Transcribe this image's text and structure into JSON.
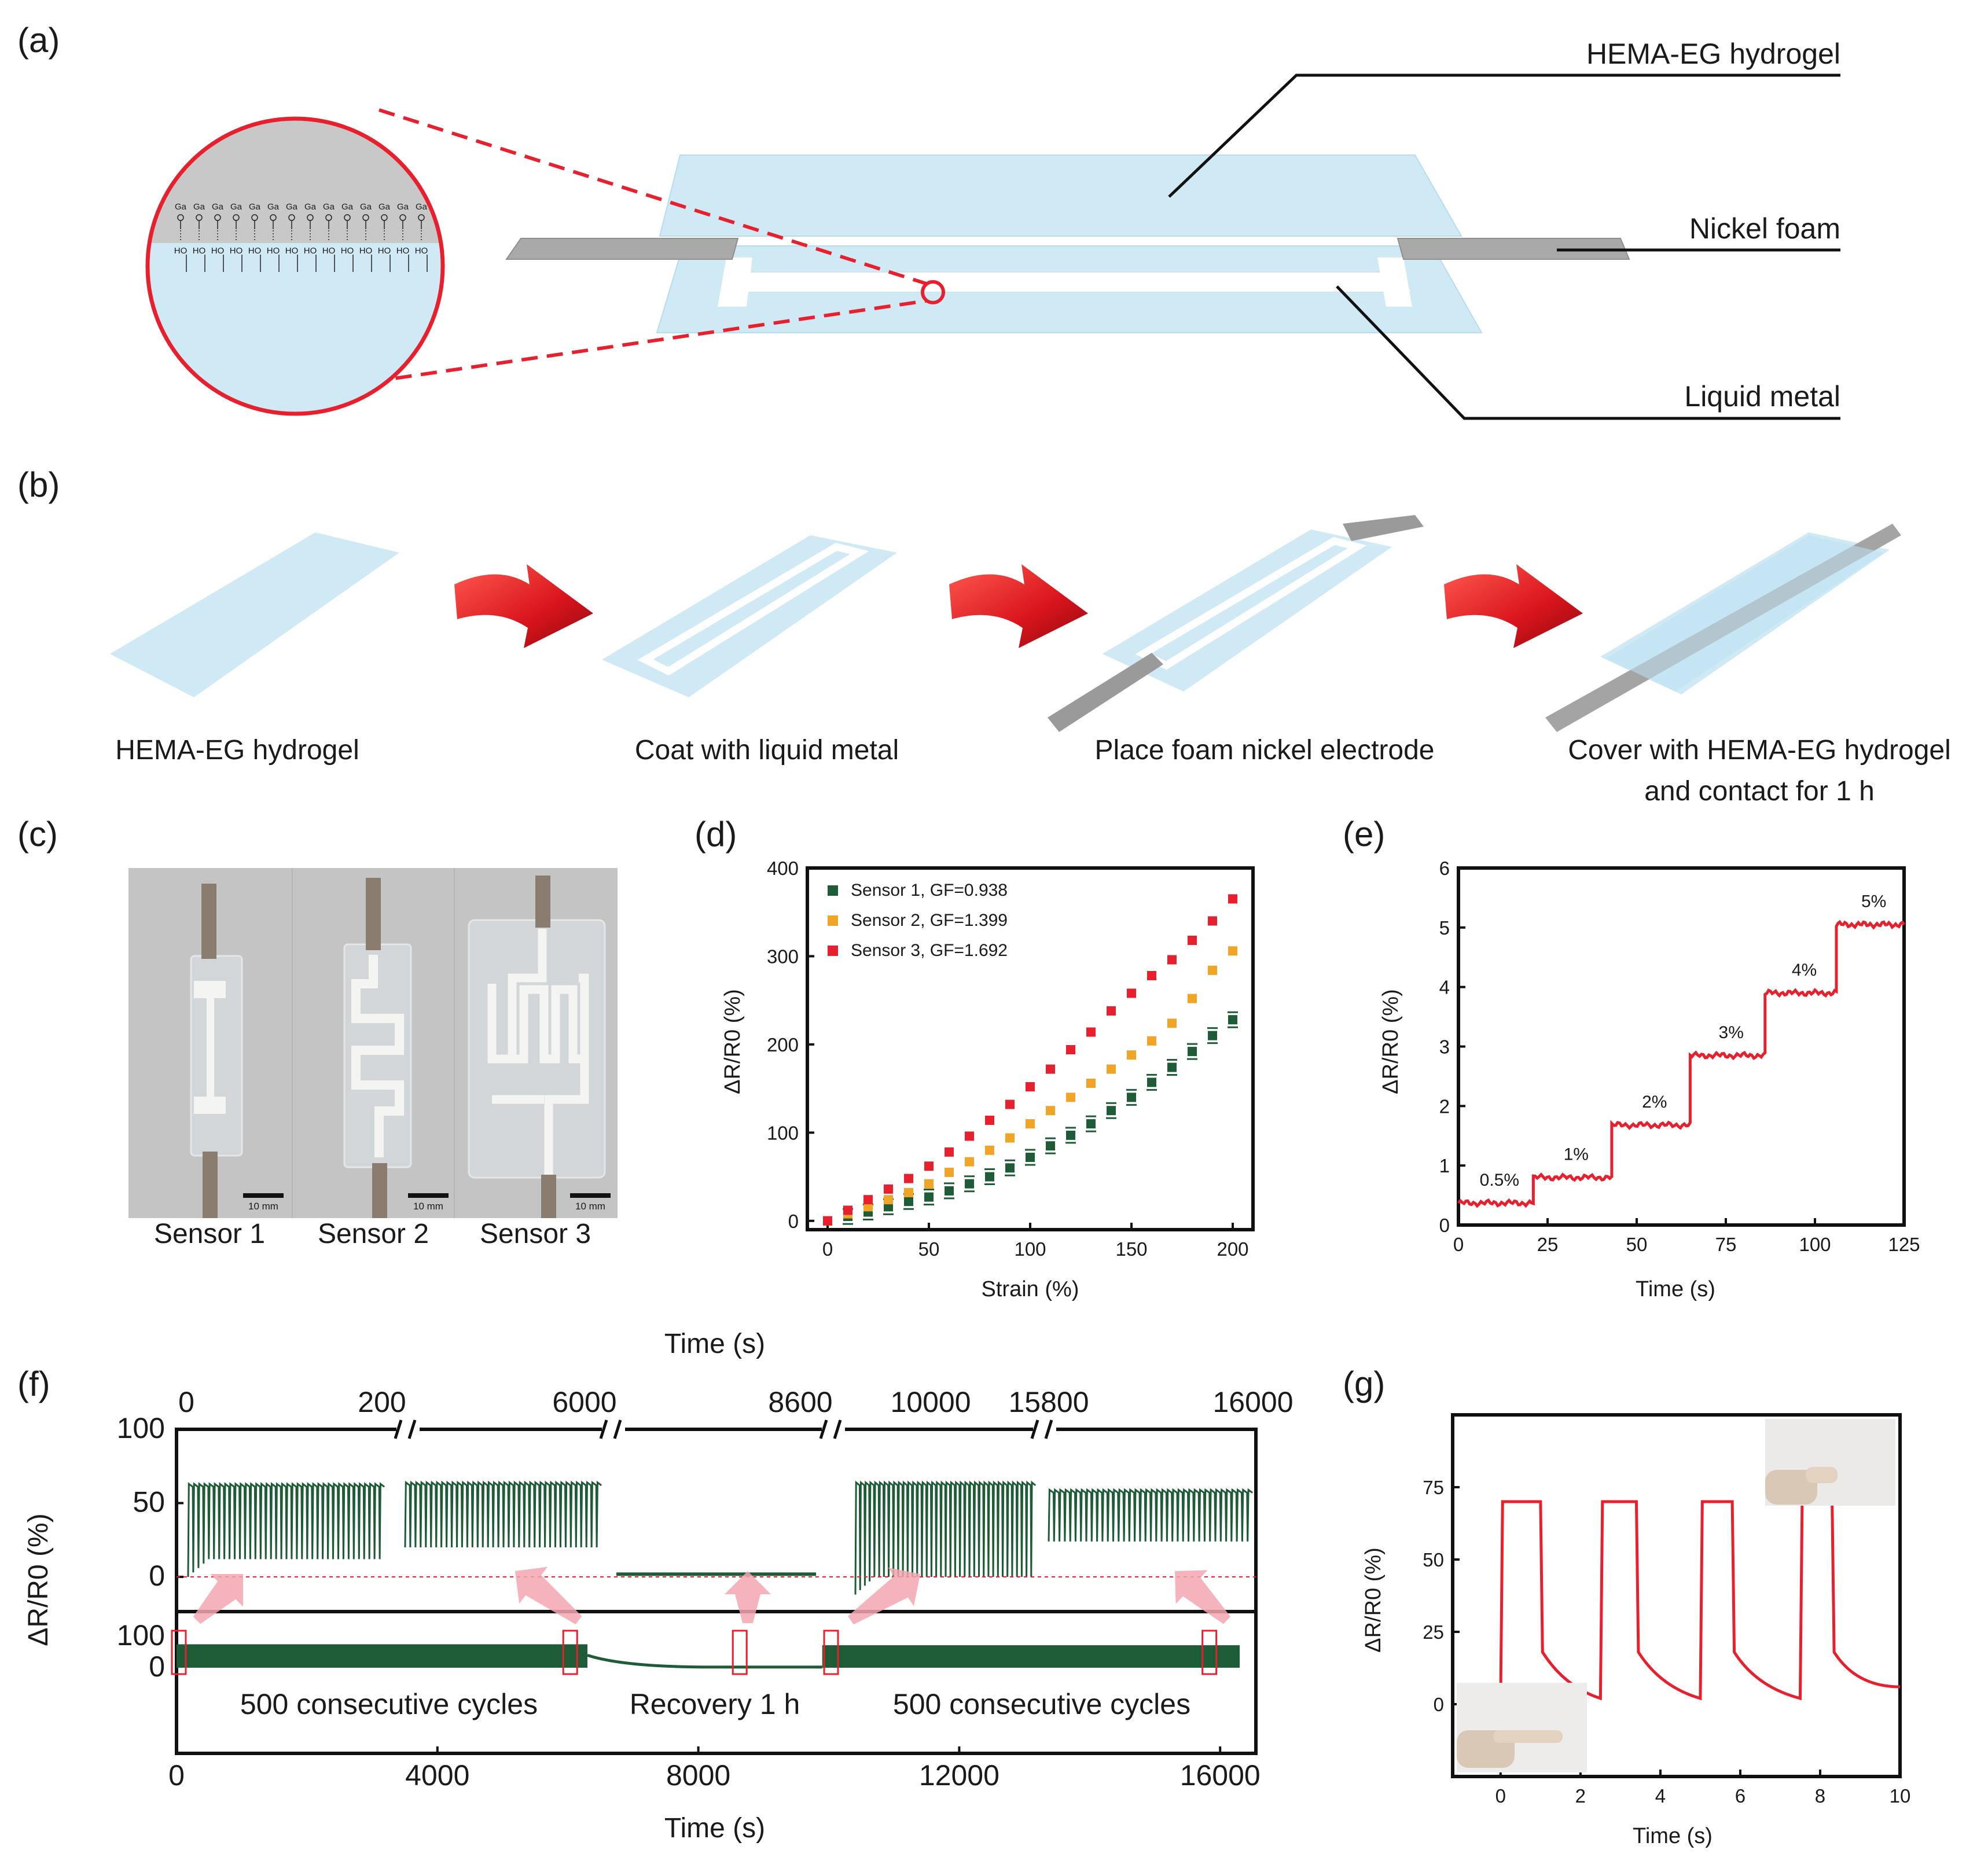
{
  "panels": {
    "a": "(a)",
    "b": "(b)",
    "c": "(c)",
    "d": "(d)",
    "e": "(e)",
    "f": "(f)",
    "g": "(g)"
  },
  "panel_a": {
    "callouts": [
      "HEMA-EG hydrogel",
      "Nickel foam",
      "Liquid metal"
    ],
    "molecule_top": "Ga",
    "molecule_bottom": "HO"
  },
  "panel_b": {
    "steps": [
      {
        "line1": "HEMA-EG hydrogel",
        "line2": ""
      },
      {
        "line1": "Coat with liquid metal",
        "line2": ""
      },
      {
        "line1": "Place foam nickel electrode",
        "line2": ""
      },
      {
        "line1": "Cover with HEMA-EG hydrogel",
        "line2": "and contact for 1 h"
      }
    ]
  },
  "panel_c": {
    "sensor_labels": [
      "Sensor 1",
      "Sensor 2",
      "Sensor 3"
    ],
    "scale_bar": "10 mm"
  },
  "colors": {
    "sensor1": "#1d5c36",
    "sensor2": "#f0a526",
    "sensor3": "#e8202e",
    "curve_red": "#e8202e",
    "curve_green": "#1d5c36",
    "hydrogel": "#cfe9f5",
    "nickel": "#a9a9a9",
    "arrow_red": "#d9141c",
    "pink_arrow": "#f3a6b1"
  },
  "chart_data": [
    {
      "panel": "d",
      "type": "scatter",
      "xlabel": "Strain (%)",
      "ylabel": "ΔR/R0 (%)",
      "xlim": [
        -10,
        210
      ],
      "ylim": [
        -10,
        400
      ],
      "xticks": [
        0,
        50,
        100,
        150,
        200
      ],
      "yticks": [
        0,
        100,
        200,
        300,
        400
      ],
      "legend_position": "top-left",
      "x": [
        0,
        10,
        20,
        30,
        40,
        50,
        60,
        70,
        80,
        90,
        100,
        110,
        120,
        130,
        140,
        150,
        160,
        170,
        180,
        190,
        200
      ],
      "series": [
        {
          "name": "Sensor 1, GF=0.938",
          "values": [
            0,
            5,
            10,
            16,
            22,
            27,
            34,
            42,
            50,
            60,
            72,
            85,
            97,
            110,
            125,
            140,
            157,
            174,
            192,
            210,
            228
          ]
        },
        {
          "name": "Sensor 2, GF=1.399",
          "values": [
            0,
            8,
            16,
            24,
            32,
            42,
            55,
            67,
            80,
            94,
            110,
            125,
            140,
            156,
            172,
            188,
            204,
            224,
            252,
            284,
            306
          ]
        },
        {
          "name": "Sensor 3, GF=1.692",
          "values": [
            0,
            12,
            24,
            36,
            48,
            62,
            78,
            96,
            114,
            132,
            152,
            172,
            194,
            214,
            238,
            258,
            278,
            296,
            318,
            340,
            365
          ]
        }
      ]
    },
    {
      "panel": "e",
      "type": "line",
      "xlabel": "Time (s)",
      "ylabel": "ΔR/R0 (%)",
      "xlim": [
        0,
        125
      ],
      "ylim": [
        0,
        6
      ],
      "xticks": [
        0,
        25,
        50,
        75,
        100,
        125
      ],
      "yticks": [
        0,
        1,
        2,
        3,
        4,
        5,
        6
      ],
      "steps": [
        {
          "label": "0.5%",
          "t_start": 0,
          "t_end": 21,
          "level": 0.37
        },
        {
          "label": "1%",
          "t_start": 21,
          "t_end": 43,
          "level": 0.8
        },
        {
          "label": "2%",
          "t_start": 43,
          "t_end": 65,
          "level": 1.68
        },
        {
          "label": "3%",
          "t_start": 65,
          "t_end": 86,
          "level": 2.85
        },
        {
          "label": "4%",
          "t_start": 86,
          "t_end": 106,
          "level": 3.9
        },
        {
          "label": "5%",
          "t_start": 106,
          "t_end": 125,
          "level": 5.05
        }
      ]
    },
    {
      "panel": "f",
      "type": "line",
      "top_axis_title": "Time (s)",
      "top_ticks": [
        "0",
        "200",
        "6000",
        "8600",
        "10000",
        "15800",
        "16000"
      ],
      "xlabel": "Time (s)",
      "ylabel": "ΔR/R0 (%)",
      "upper_yticks": [
        0,
        50,
        100
      ],
      "lower_yticks": [
        0,
        100
      ],
      "xlim": [
        0,
        16300
      ],
      "xticks": [
        0,
        4000,
        8000,
        12000,
        16000
      ],
      "segments": [
        {
          "t_start": 0,
          "t_end": 6300,
          "label": "500 consecutive cycles",
          "baseline": 45
        },
        {
          "t_start": 6300,
          "t_end": 9900,
          "label": "Recovery 1 h",
          "baseline": 2
        },
        {
          "t_start": 9900,
          "t_end": 16300,
          "label": "500 consecutive cycles",
          "baseline": 42
        }
      ],
      "zoom_windows": [
        {
          "range": "0–200",
          "min": 12,
          "max": 63
        },
        {
          "range": "6000–6300",
          "min": 20,
          "max": 64
        },
        {
          "range": "8600–9000",
          "min": 1,
          "max": 3
        },
        {
          "range": "10000–10200",
          "min": 0,
          "max": 64
        },
        {
          "range": "15800–16000",
          "min": 24,
          "max": 59
        }
      ]
    },
    {
      "panel": "g",
      "type": "line",
      "xlabel": "Time (s)",
      "ylabel": "ΔR/R0 (%)",
      "xlim": [
        -1.2,
        10
      ],
      "ylim": [
        -25,
        100
      ],
      "xticks": [
        0,
        2,
        4,
        6,
        8,
        10
      ],
      "yticks": [
        0,
        25,
        50,
        75
      ],
      "plateau": 70,
      "bend_cycles": [
        [
          0,
          1.0
        ],
        [
          2.5,
          3.4
        ],
        [
          5.0,
          5.8
        ],
        [
          7.5,
          8.3
        ]
      ]
    }
  ]
}
